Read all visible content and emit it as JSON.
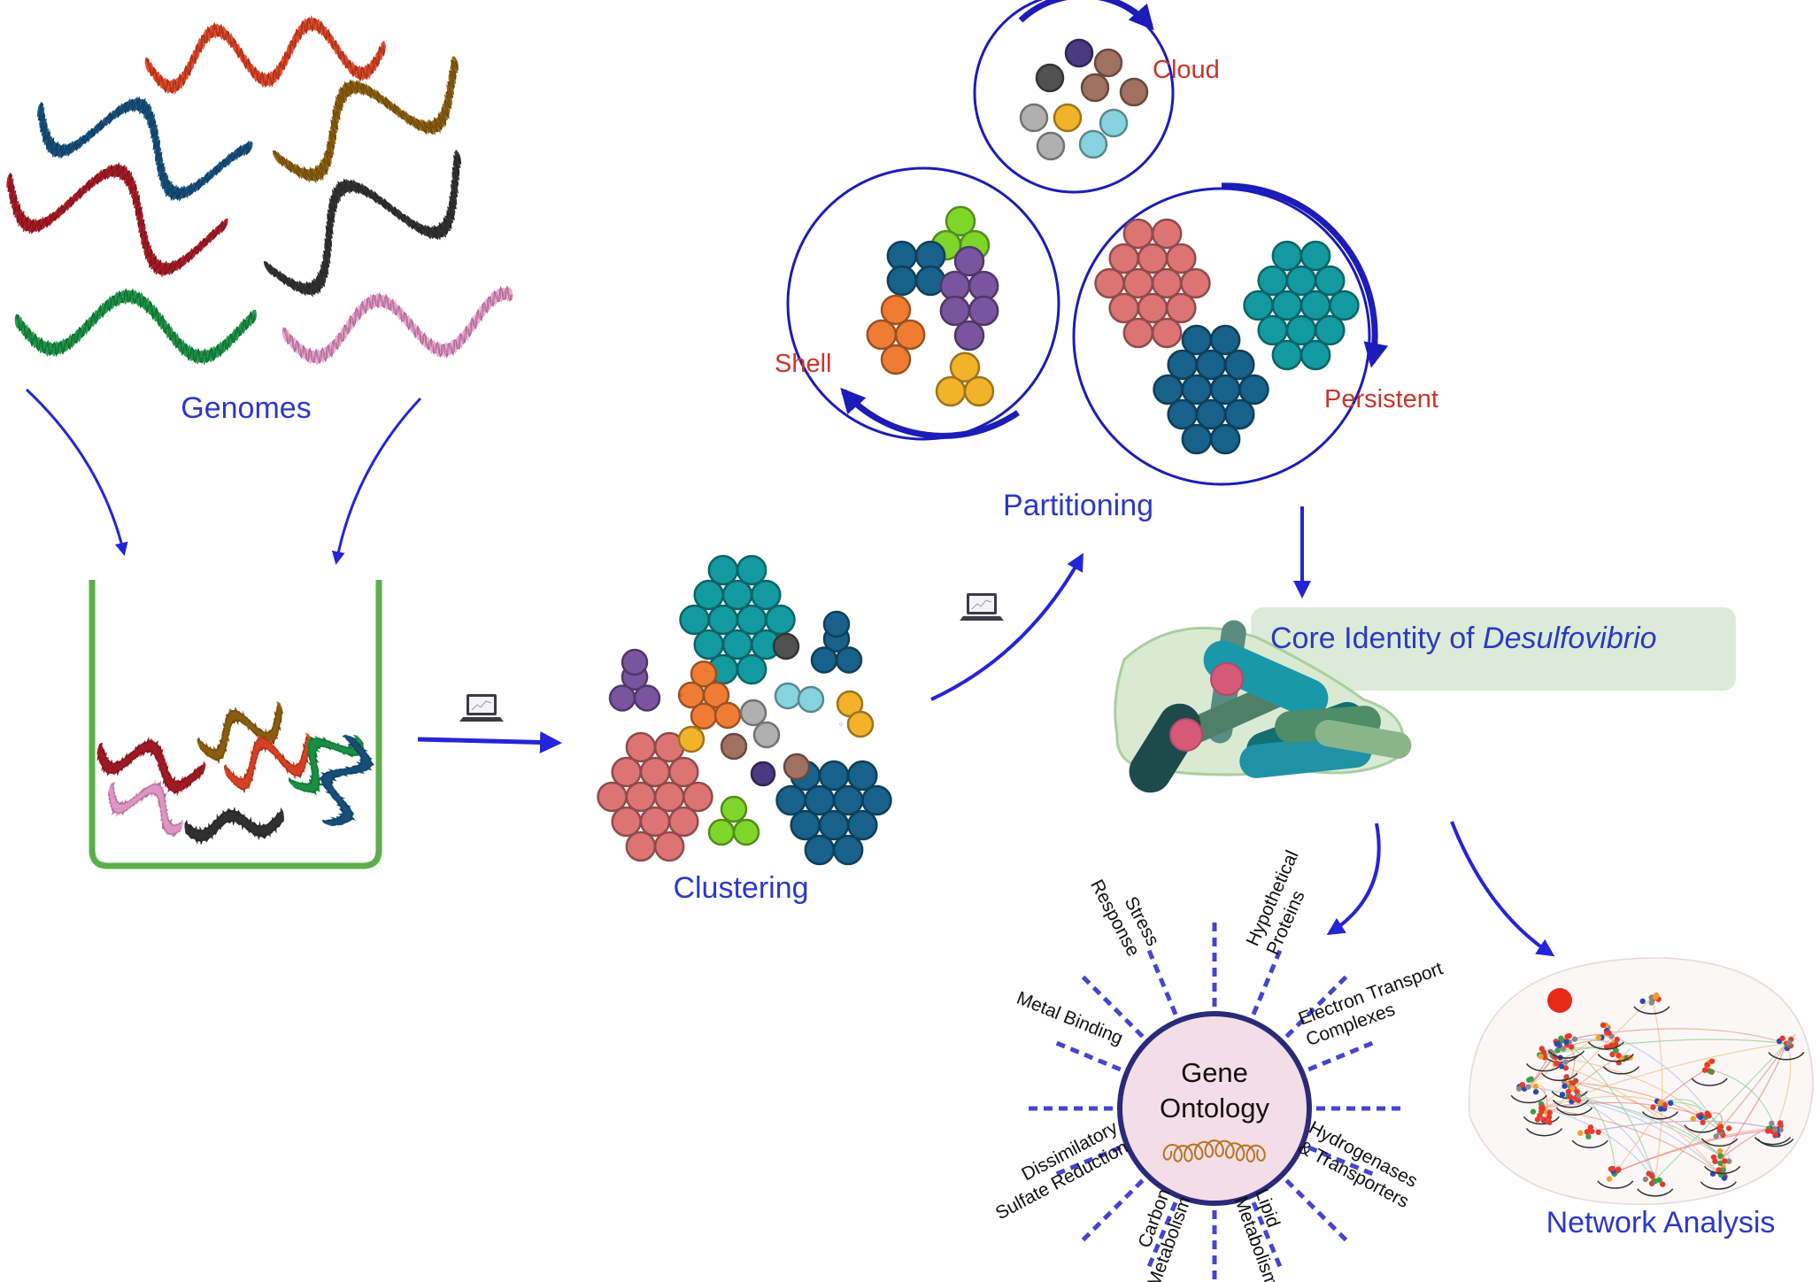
{
  "labels": {
    "genomes": "Genomes",
    "clustering": "Clustering",
    "partitioning": "Partitioning",
    "cloud": "Cloud",
    "shell": "Shell",
    "persistent": "Persistent",
    "core_identity_prefix": "Core Identity of ",
    "core_identity_genus": "Desulfovibrio",
    "network_analysis": "Network Analysis"
  },
  "gene_ontology": {
    "center_line1": "Gene",
    "center_line2": "Ontology",
    "categories": [
      [
        "Stress",
        "Response"
      ],
      [
        "Hypothetical",
        "Proteins"
      ],
      [
        "Electron Transport",
        "Complexes"
      ],
      [
        "Hydrogenases",
        "& Transporters"
      ],
      [
        "Lipid",
        "Metabolism"
      ],
      [
        "Carbon",
        "Metabolism"
      ],
      [
        "Dissimilatory",
        "Sulfate Reduction"
      ],
      [
        "Metal Binding"
      ]
    ]
  },
  "icons": [
    "dna-strand-icon",
    "laptop-icon",
    "arrow-icon",
    "bacteria-icon",
    "network-graph-icon"
  ],
  "colors": {
    "label_blue": "#2c38c8",
    "label_red": "#c8342c",
    "arrow_blue": "#2424d8",
    "container_green": "#5cae4a",
    "core_box": "#dcebd8",
    "ontology_circle": "#f3dde6",
    "ontology_border": "#2a2a7a"
  }
}
